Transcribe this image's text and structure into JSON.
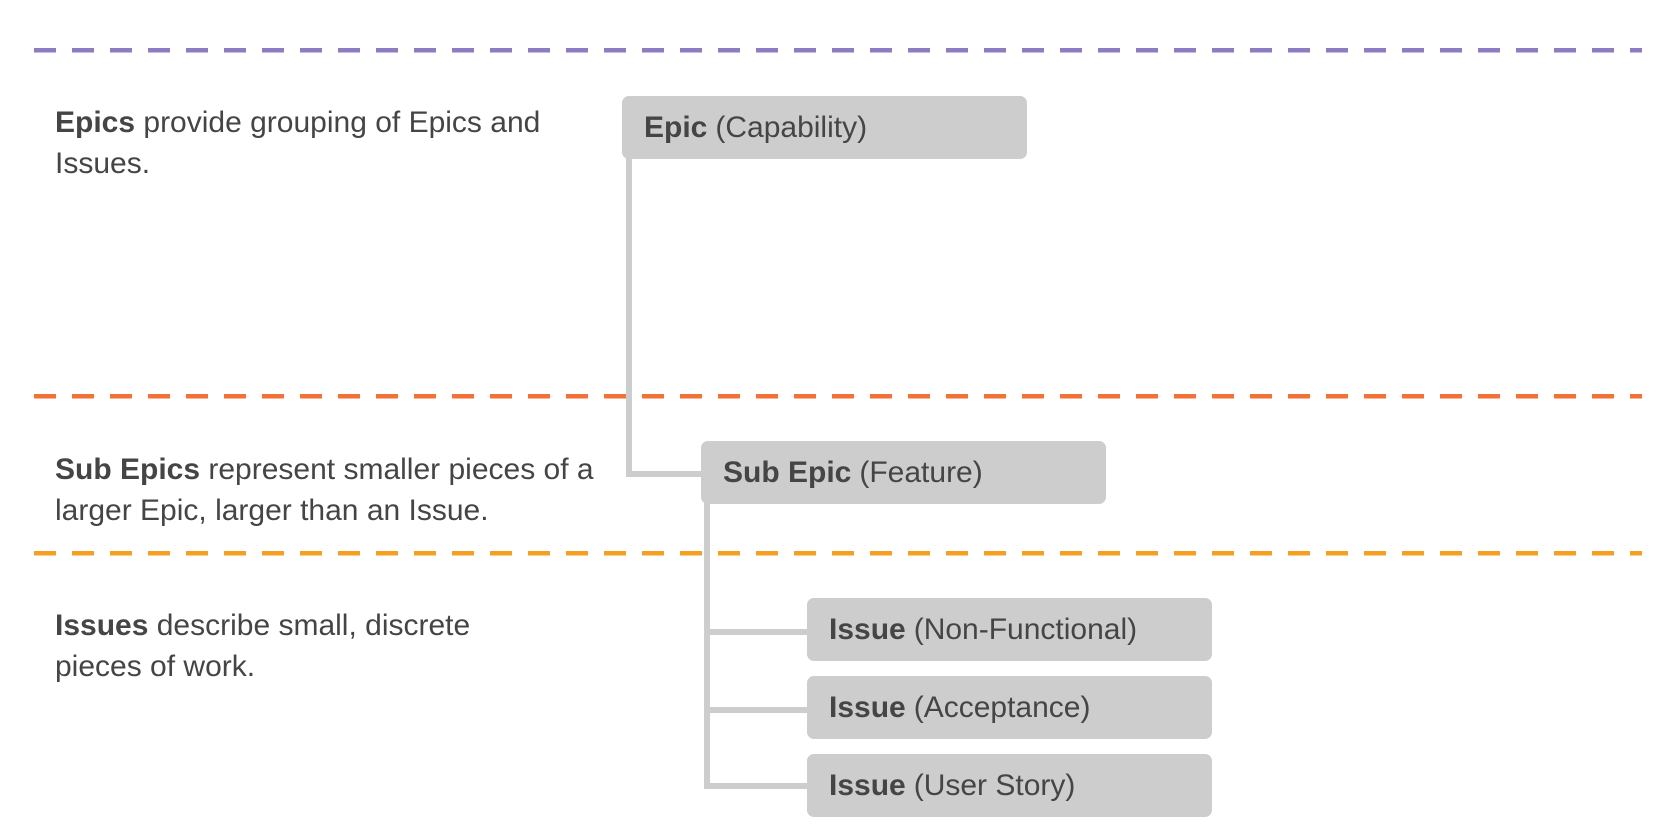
{
  "colors": {
    "epic_divider": "#8e7cc3",
    "sub_epic_divider": "#f37136",
    "issue_divider": "#f6a023",
    "node_fill": "#cdcdcd",
    "connector": "#cdcdcd",
    "text": "#454545"
  },
  "descriptions": {
    "epics": {
      "term": "Epics",
      "text": " provide grouping of Epics and Issues."
    },
    "sub_epics": {
      "term": "Sub Epics",
      "text": " represent smaller pieces of a larger Epic, larger than an Issue."
    },
    "issues": {
      "term": "Issues",
      "text": " describe small, discrete pieces of work."
    }
  },
  "nodes": {
    "epic": {
      "type": "Epic",
      "kind": "(Capability)"
    },
    "sub_epic": {
      "type": "Sub Epic",
      "kind": "(Feature)"
    },
    "issue_non_functional": {
      "type": "Issue",
      "kind": "(Non-Functional)"
    },
    "issue_acceptance": {
      "type": "Issue",
      "kind": "(Acceptance)"
    },
    "issue_user_story": {
      "type": "Issue",
      "kind": "(User Story)"
    }
  }
}
